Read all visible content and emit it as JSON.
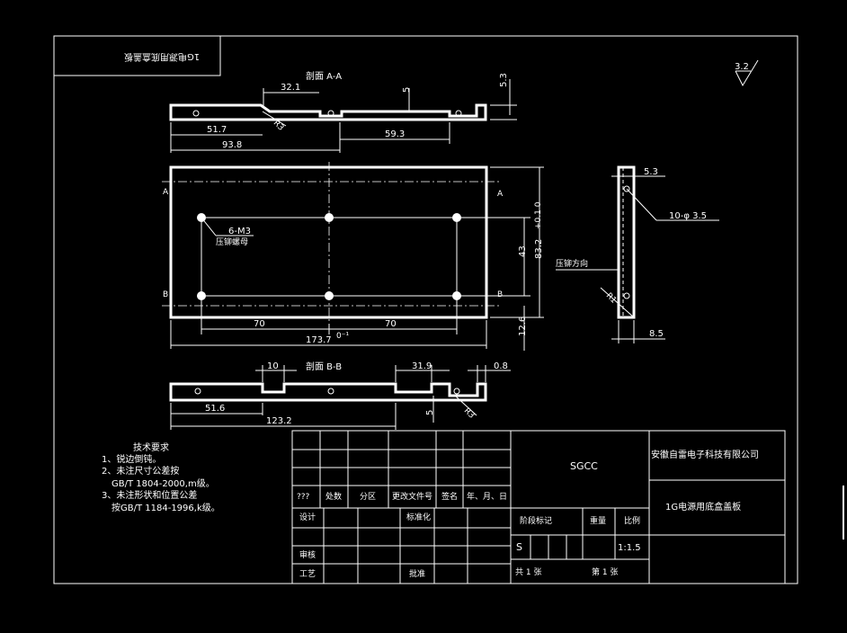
{
  "drawing": {
    "header_box_text": "1G电源用底盒盖板",
    "surface_roughness": "3.2",
    "section_aa": {
      "title": "剖面 A-A",
      "dims": {
        "d1": "32.1",
        "d2": "5",
        "d3": "5.3",
        "d4": "51.7",
        "d5": "93.8",
        "d6": "59.3",
        "radius": "R3"
      }
    },
    "plan_view": {
      "section_mark_a": "A",
      "section_mark_b": "B",
      "hole_note": "6-M3",
      "hole_note_sub": "压铆螺母",
      "dims": {
        "w70a": "70",
        "w70b": "70",
        "width": "173.7",
        "width_tol": "0⁻¹",
        "height": "83.2",
        "height_tol": "+0.1\n0",
        "inner_h": "43",
        "offset": "12.6"
      }
    },
    "side_view": {
      "dims": {
        "d53": "5.3",
        "holes": "10-φ 3.5",
        "d85": "8.5",
        "radius": "R1"
      },
      "direction_label": "压铆方向"
    },
    "section_bb": {
      "title": "剖面 B-B",
      "dims": {
        "d10": "10",
        "d319": "31.9",
        "d08": "0.8",
        "d516": "51.6",
        "d1232": "123.2",
        "d5": "5",
        "radius": "R3"
      }
    }
  },
  "notes": {
    "title": "技术要求",
    "items": [
      "1、锐边倒钝。",
      "2、未注尺寸公差按",
      "GB/T 1804-2000,m级。",
      "3、未注形状和位置公差",
      "按GB/T 1184-1996,k级。"
    ]
  },
  "title_block": {
    "material": "SGCC",
    "company": "安徽自雷电子科技有限公司",
    "part_name": "1G电源用底盒盖板",
    "row_labels": [
      "???",
      "处数",
      "分区",
      "更改文件号",
      "签名",
      "年、月、日"
    ],
    "design_label": "设计",
    "standard_label": "标准化",
    "review_label": "审核",
    "process_label": "工艺",
    "approve_label": "批准",
    "stage_label": "阶段标记",
    "weight_label": "重量",
    "scale_label": "比例",
    "stage_value": "S",
    "scale_value": "1:1.5",
    "sheets_total": "共 1 张",
    "sheet_no": "第 1 张"
  }
}
